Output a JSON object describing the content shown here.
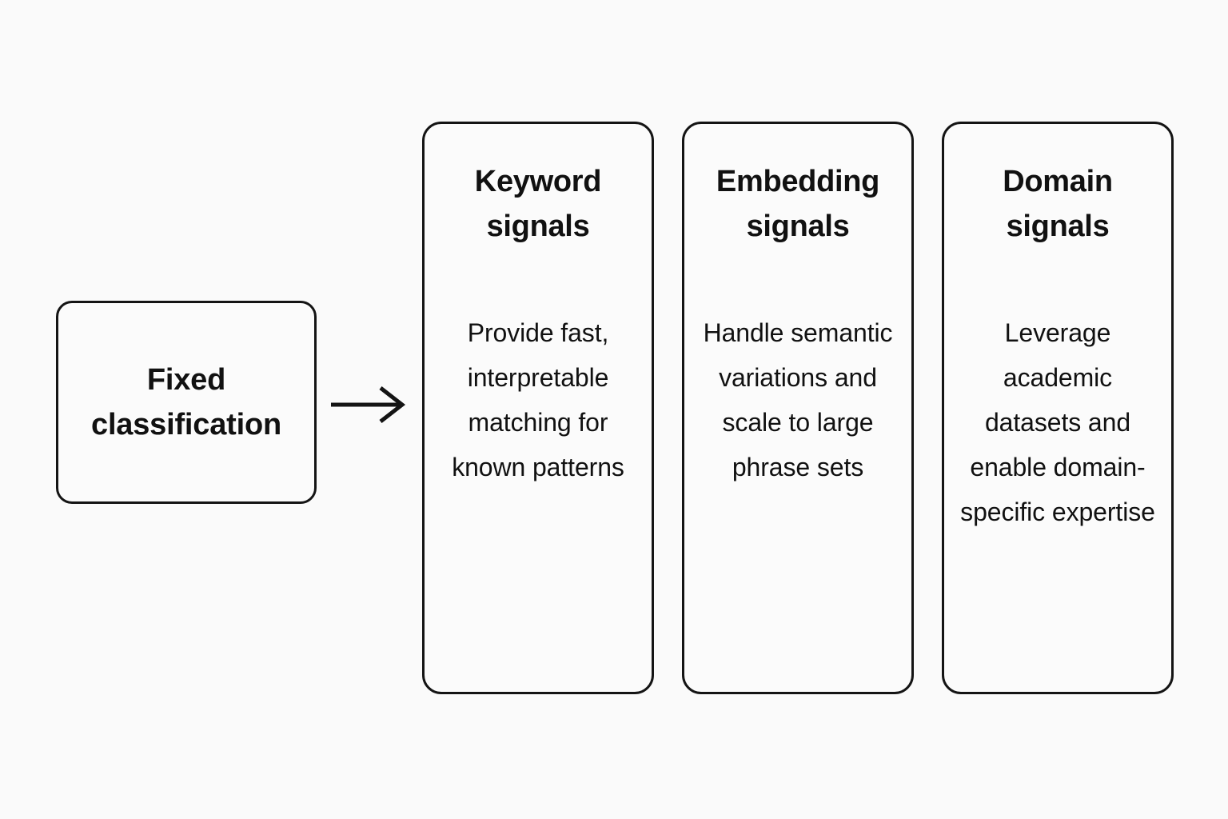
{
  "diagram": {
    "background_color": "#fafafa",
    "stroke_color": "#141414",
    "source": {
      "label": "Fixed\nclassification"
    },
    "connector": {
      "icon": "arrow-right-icon"
    },
    "cards": [
      {
        "title": "Keyword\nsignals",
        "body": "Provide fast, interpretable matching for known patterns"
      },
      {
        "title": "Embedding\nsignals",
        "body": "Handle semantic variations and scale to large phrase sets"
      },
      {
        "title": "Domain\nsignals",
        "body": "Leverage academic datasets and enable domain-specific expertise"
      }
    ]
  }
}
